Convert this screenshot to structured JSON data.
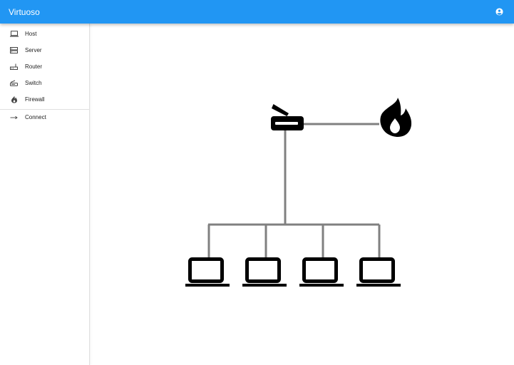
{
  "app": {
    "title": "Virtuoso"
  },
  "theme": {
    "accent": "#2196f3",
    "link": "#808080",
    "device": "#000000"
  },
  "sidebar": {
    "items": [
      {
        "label": "Host",
        "icon": "laptop-icon"
      },
      {
        "label": "Server",
        "icon": "server-icon"
      },
      {
        "label": "Router",
        "icon": "router-icon"
      },
      {
        "label": "Switch",
        "icon": "switch-icon"
      },
      {
        "label": "Firewall",
        "icon": "firewall-icon"
      }
    ],
    "actions": [
      {
        "label": "Connect",
        "icon": "arrow-right-icon"
      }
    ]
  },
  "topology": {
    "devices": [
      {
        "id": "router-1",
        "type": "router"
      },
      {
        "id": "firewall-1",
        "type": "firewall"
      },
      {
        "id": "host-1",
        "type": "host"
      },
      {
        "id": "host-2",
        "type": "host"
      },
      {
        "id": "host-3",
        "type": "host"
      },
      {
        "id": "host-4",
        "type": "host"
      }
    ],
    "links": [
      [
        "router-1",
        "firewall-1"
      ],
      [
        "router-1",
        "host-1"
      ],
      [
        "router-1",
        "host-2"
      ],
      [
        "router-1",
        "host-3"
      ],
      [
        "router-1",
        "host-4"
      ]
    ]
  }
}
